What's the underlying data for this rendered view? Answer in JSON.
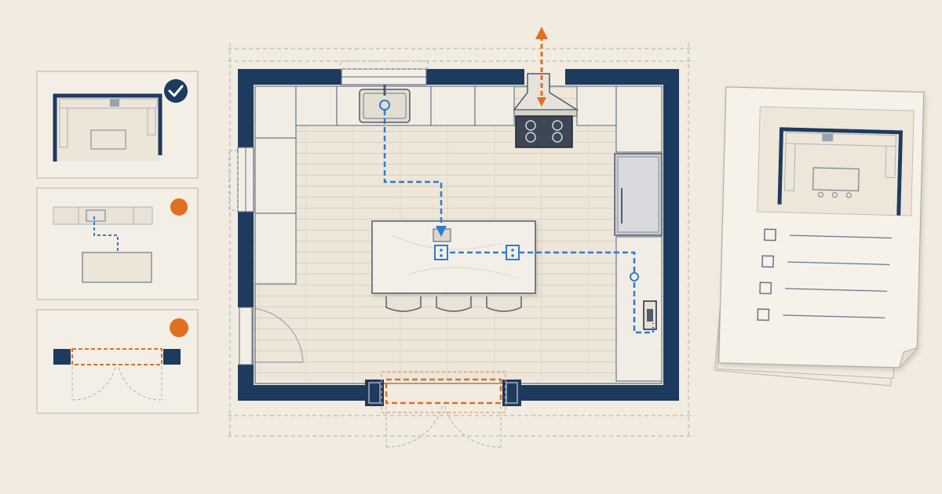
{
  "palette": {
    "paper": "#f1ebe0",
    "wall": "#1d3a5f",
    "plumbing": "#2f7bd0",
    "orange": "#e07020",
    "line": "#8a96a6",
    "floor": "#ebe4d7"
  },
  "panels": [
    {
      "id": "full-plan",
      "status": "complete",
      "status_icon": "check-circle-icon"
    },
    {
      "id": "plumbing-route",
      "status": "pending",
      "status_icon": "orange-dot-icon"
    },
    {
      "id": "door-widening",
      "status": "pending",
      "status_icon": "orange-dot-icon"
    }
  ],
  "checklist": {
    "items": 4,
    "checked": 0
  }
}
